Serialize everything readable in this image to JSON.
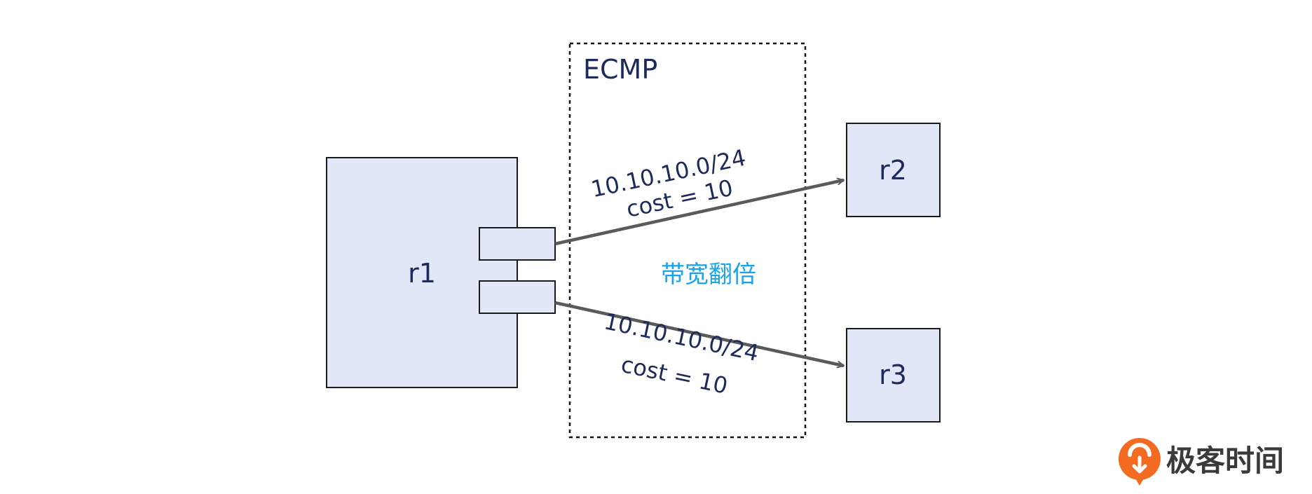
{
  "diagram": {
    "ecmp_group": {
      "label": "ECMP"
    },
    "nodes": {
      "r1": {
        "label": "r1"
      },
      "r2": {
        "label": "r2"
      },
      "r3": {
        "label": "r3"
      }
    },
    "links": [
      {
        "to": "r2",
        "prefix": "10.10.10.0/24",
        "cost": "cost = 10"
      },
      {
        "to": "r3",
        "prefix": "10.10.10.0/24",
        "cost": "cost = 10"
      }
    ],
    "note": "带宽翻倍"
  },
  "brand": {
    "name": "极客时间",
    "logo_icon": "geektime-logo-icon"
  },
  "colors": {
    "node_fill": "#e2e7f7",
    "node_stroke": "#1a1a1a",
    "arrow": "#5a5a5a",
    "text": "#1d2a5a",
    "note": "#1aa3e8",
    "brand_orange": "#f26b21"
  }
}
